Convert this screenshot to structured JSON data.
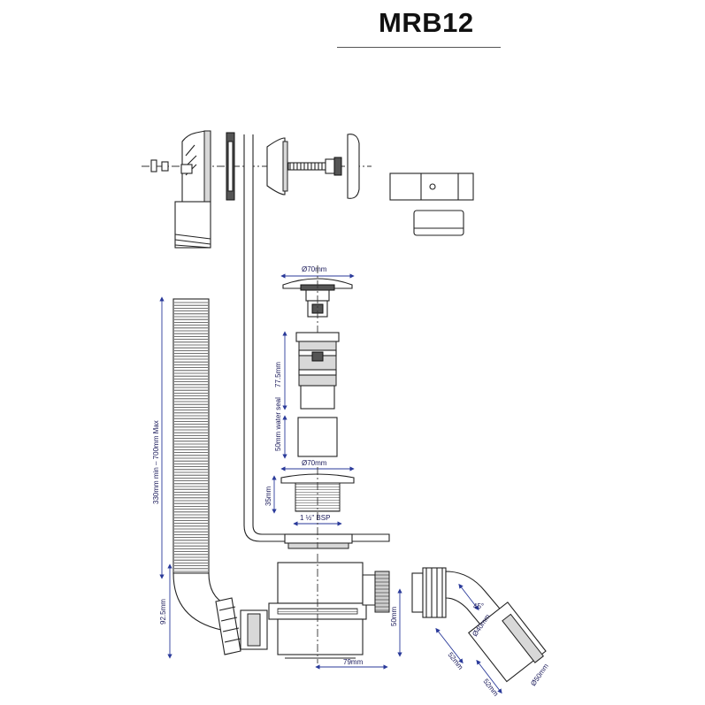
{
  "title": "MRB12",
  "dimensions": {
    "flange_dia": "Ø70mm",
    "standpipe_height": "77.5mm",
    "water_seal": "50mm water seal",
    "lower_flange_dia": "Ø70mm",
    "waste_height": "35mm",
    "thread": "1 ½\" BSP",
    "hose_length": "330mm min – 700mm Max",
    "trap_height": "92.5mm",
    "outlet_height": "50mm",
    "outlet_offset": "79mm",
    "angle": "45°",
    "inlet_dia": "Ø40mm",
    "outlet_dia": "Ø50mm",
    "elbow_len_a": "52mm",
    "elbow_len_b": "52mm"
  },
  "colors": {
    "line": "#222222",
    "dimension": "#2a3a9a",
    "fill_grey": "#d8d8d8"
  }
}
